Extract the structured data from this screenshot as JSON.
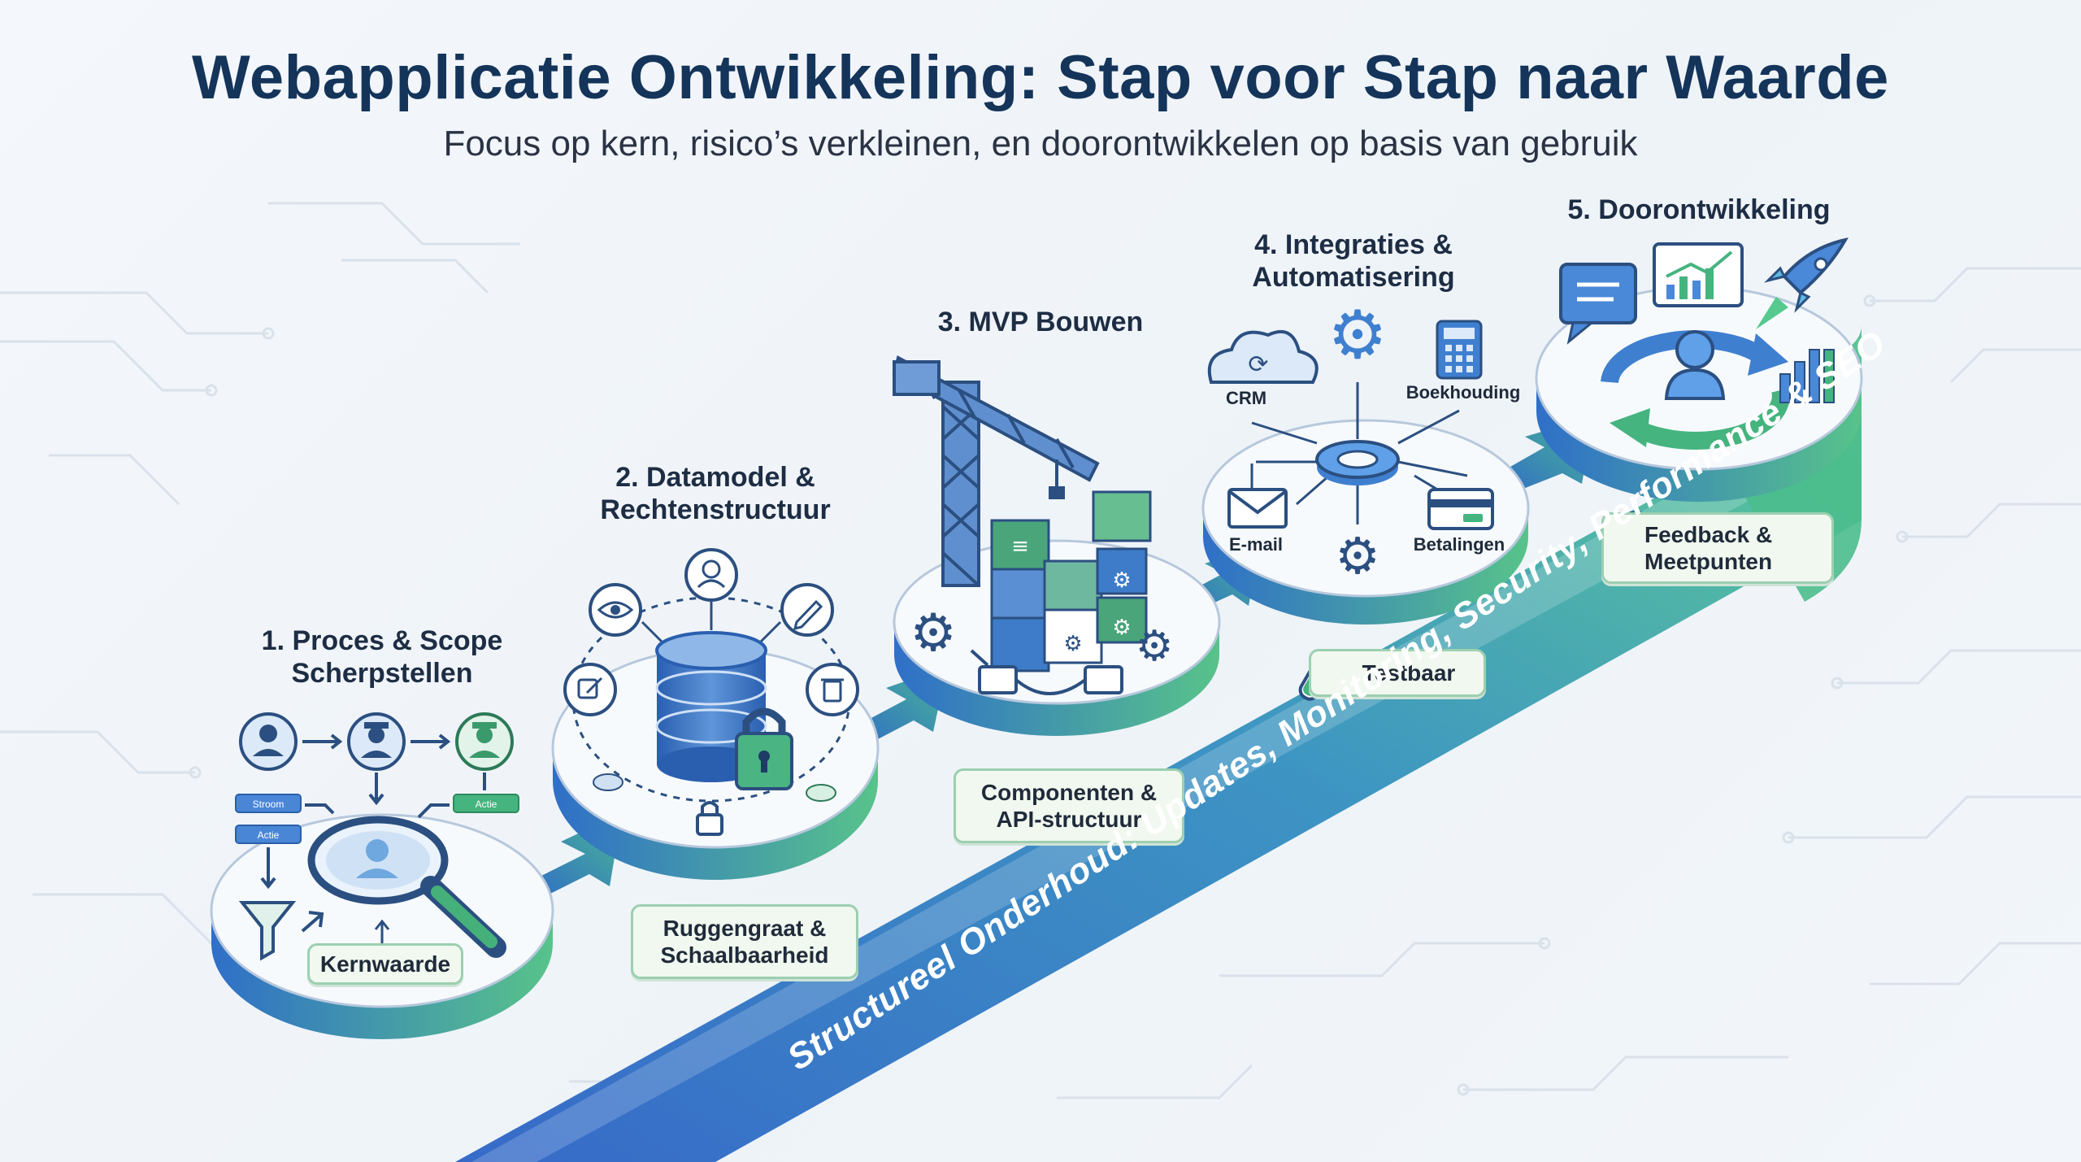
{
  "header": {
    "title": "Webapplicatie Ontwikkeling: Stap voor Stap naar Waarde",
    "subtitle": "Focus op kern, risico’s verkleinen, en doorontwikkelen op basis van gebruik"
  },
  "steps": [
    {
      "title_line1": "1. Proces & Scope",
      "title_line2": "Scherpstellen",
      "tag": "Kernwaarde",
      "mini_labels": [
        "Stroom",
        "Actie",
        "Actie"
      ]
    },
    {
      "title_line1": "2. Datamodel &",
      "title_line2": "Rechtenstructuur",
      "tag_line1": "Ruggengraat &",
      "tag_line2": "Schaalbaarheid"
    },
    {
      "title_line1": "3. MVP Bouwen",
      "tag_line1": "Componenten &",
      "tag_line2": "API-structuur"
    },
    {
      "title_line1": "4. Integraties &",
      "title_line2": "Automatisering",
      "labels": {
        "crm": "CRM",
        "bookkeeping": "Boekhouding",
        "email": "E-mail",
        "payments": "Betalingen"
      },
      "tag": "Testbaar"
    },
    {
      "title_line1": "5. Doorontwikkeling",
      "tag_line1": "Feedback &",
      "tag_line2": "Meetpunten"
    }
  ],
  "maintenance": {
    "label": "Structureel Onderhoud: Updates, Monitoring, Security, Performance & SEO"
  },
  "colors": {
    "title": "#14345a",
    "blue": "#2f6fc8",
    "green": "#3fae84",
    "platform_top": "#f7fafd",
    "tag_fill": "#f1f8ef"
  }
}
